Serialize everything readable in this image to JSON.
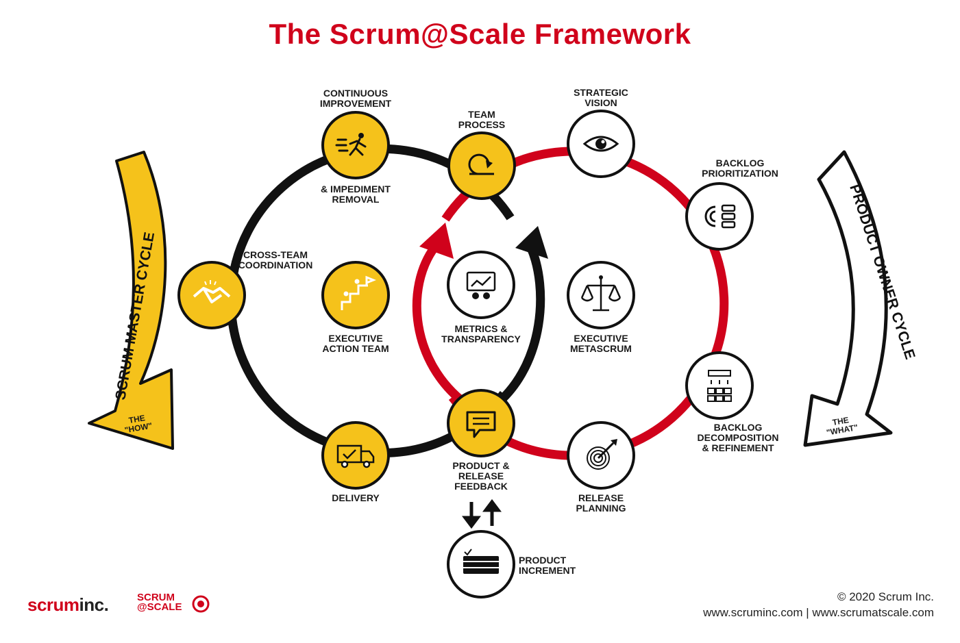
{
  "title": "The Scrum@Scale Framework",
  "colors": {
    "red": "#d0021b",
    "yellow": "#f5c21b",
    "black": "#111111",
    "white": "#ffffff"
  },
  "nodes": {
    "continuous_improvement": {
      "label": "CONTINUOUS\nIMPROVEMENT",
      "label2": "& IMPEDIMENT\nREMOVAL",
      "icon": "runner-icon"
    },
    "team_process": {
      "label": "TEAM\nPROCESS",
      "icon": "process-loop-icon"
    },
    "strategic_vision": {
      "label": "STRATEGIC\nVISION",
      "icon": "eye-icon"
    },
    "backlog_prioritization": {
      "label": "BACKLOG\nPRIORITIZATION",
      "icon": "priority-list-icon"
    },
    "cross_team_coordination": {
      "label": "CROSS-TEAM\nCOORDINATION",
      "icon": "handshake-icon"
    },
    "executive_action_team": {
      "label": "EXECUTIVE\nACTION TEAM",
      "icon": "stairs-flag-icon"
    },
    "metrics_transparency": {
      "label": "METRICS &\nTRANSPARENCY",
      "icon": "presentation-icon"
    },
    "executive_metascrum": {
      "label": "EXECUTIVE\nMETASCRUM",
      "icon": "scales-icon"
    },
    "backlog_decomposition": {
      "label": "BACKLOG\nDECOMPOSITION\n& REFINEMENT",
      "icon": "hierarchy-icon"
    },
    "delivery": {
      "label": "DELIVERY",
      "icon": "truck-icon"
    },
    "product_release_feedback": {
      "label": "PRODUCT &\nRELEASE\nFEEDBACK",
      "icon": "chat-bubble-icon"
    },
    "release_planning": {
      "label": "RELEASE\nPLANNING",
      "icon": "target-icon"
    },
    "product_increment": {
      "label": "PRODUCT\nINCREMENT",
      "icon": "layers-icon"
    }
  },
  "scrum_master_cycle": {
    "label": "SCRUM MASTER CYCLE",
    "sub": "THE\n\"HOW\""
  },
  "product_owner_cycle": {
    "label": "PRODUCT OWNER CYCLE",
    "sub": "THE\n\"WHAT\""
  },
  "footer": {
    "copyright": "© 2020 Scrum Inc.",
    "urls": "www.scruminc.com | www.scrumatscale.com",
    "logo_scrum": "scrum",
    "logo_inc": "inc.",
    "logo_sas": "SCRUM\n@SCALE"
  }
}
